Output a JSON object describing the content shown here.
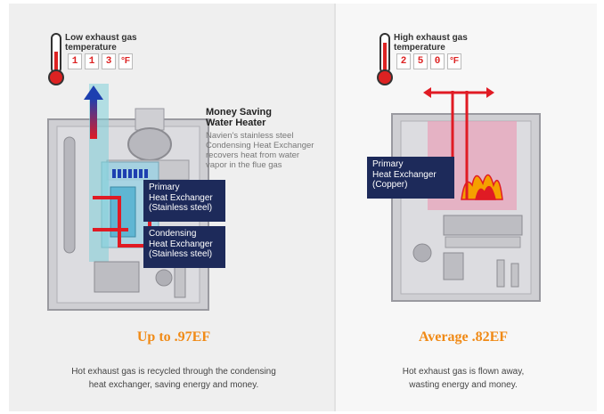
{
  "left": {
    "thermo_label_line1": "Low exhaust gas",
    "thermo_label_line2": "temperature",
    "digits": [
      "1",
      "1",
      "3"
    ],
    "unit": "°F",
    "heading_line1": "Money Saving",
    "heading_line2": "Water Heater",
    "desc_line1": "Navien's stainless steel",
    "desc_line2": "Condensing Heat Exchanger",
    "desc_line3": "recovers heat from water",
    "desc_line4": "vapor in the flue gas",
    "callout1_line1": "Primary",
    "callout1_line2": "Heat Exchanger",
    "callout1_line3": "(Stainless steel)",
    "callout2_line1": "Condensing",
    "callout2_line2": "Heat Exchanger",
    "callout2_line3": "(Stainless steel)",
    "rating": "Up to .97EF",
    "caption_line1": "Hot exhaust gas is recycled through the condensing",
    "caption_line2": "heat exchanger, saving energy and money."
  },
  "right": {
    "thermo_label_line1": "High exhaust gas",
    "thermo_label_line2": "temperature",
    "digits": [
      "2",
      "5",
      "0"
    ],
    "unit": "°F",
    "callout_line1": "Primary",
    "callout_line2": "Heat Exchanger",
    "callout_line3": "(Copper)",
    "rating": "Average .82EF",
    "caption_line1": "Hot exhaust gas is flown away,",
    "caption_line2": "wasting energy and money."
  },
  "colors": {
    "flow_red": "#e01b24",
    "arrow_blue": "#1d3fb0",
    "rating_orange": "#f08a16",
    "callout_navy": "#1d2a5a",
    "flame": "#f5a000"
  }
}
